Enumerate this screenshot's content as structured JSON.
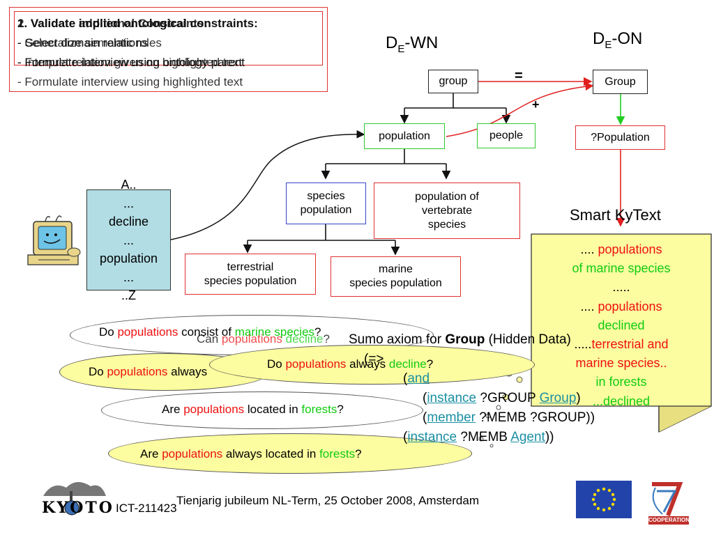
{
  "top_box": {
    "lines_a": [
      "1. Validate implied ontological constraints:",
      "- Select domain relations",
      "- Formulate interview using ontology parent"
    ],
    "lines_b": [
      "2. Validate additional Constraints:",
      "- Generalize semantic roles",
      "- Interpret relation given on highlighted text",
      "- Formulate interview using highlighted text"
    ]
  },
  "headings": {
    "wn_base": "D",
    "wn_sub": "E",
    "wn_suffix": "-WN",
    "on_base": "D",
    "on_sub": "E",
    "on_suffix": "-ON"
  },
  "nodes": {
    "group": "group",
    "Group": "Group",
    "population": "population",
    "people": "people",
    "qpopulation": "?Population",
    "species_population": [
      "species",
      "population"
    ],
    "pop_vertebrate": [
      "population of",
      "vertebrate",
      "species"
    ],
    "terrestrial": [
      "terrestrial",
      "species population"
    ],
    "marine": [
      "marine",
      "species population"
    ]
  },
  "symbols": {
    "equals": "=",
    "plus": "+"
  },
  "document": {
    "lines": [
      "A..",
      "...",
      "decline",
      "...",
      "population",
      "...",
      "..Z"
    ]
  },
  "smart_kytext": {
    "title": "Smart KyText",
    "l1_pre": ".... ",
    "l1_red": "populations",
    "l2_grn": "of marine species",
    "l3": ".....",
    "l4_pre": ".... ",
    "l4_red": "populations",
    "l5_grn": "declined",
    "l6_pre": ".....",
    "l6_red": "terrestrial and",
    "l7_red": "marine species..",
    "l8_grn": "in forests",
    "l9_grn": "...declined"
  },
  "questions": {
    "q1_pre": "Do ",
    "q1_red": "populations",
    "q1_mid": " consist of ",
    "q1_grn": "marine species",
    "q1_post": "?",
    "q2_pre": "Can ",
    "q2_red": "populations",
    "q2_mid": " ",
    "q2_grn": "decline",
    "q2_post": "?",
    "q3_pre": "Do ",
    "q3_red": "populations",
    "q3_mid": " always",
    "q3_post": "",
    "q4_pre": "Do ",
    "q4_red": "populations",
    "q4_mid": " always ",
    "q4_grn": "decline",
    "q4_post": "?",
    "q5_pre": "Are ",
    "q5_red": "populations",
    "q5_mid": " located in ",
    "q5_grn": "forests",
    "q5_post": "?",
    "q6_pre": "Are ",
    "q6_red": "populations",
    "q6_mid": " always located in ",
    "q6_grn": "forests",
    "q6_post": "?"
  },
  "sumo": {
    "title_pre": "Sumo axiom for ",
    "title_bold": "Group",
    "title_post": " (Hidden Data)",
    "l1": "(=>",
    "l2_pre": "(",
    "l2_lnk": "and",
    "l3_pre": "(",
    "l3_lnk": "instance",
    "l3_mid": " ?GROUP ",
    "l3_lnk2": "Group",
    "l3_post": ")",
    "l4_pre": "(",
    "l4_lnk": "member",
    "l4_mid": " ?MEMB ?GROUP))",
    "l5_pre": "(",
    "l5_lnk": "instance",
    "l5_mid": " ?MEMB ",
    "l5_lnk2": "Agent",
    "l5_post": "))"
  },
  "footer": {
    "logo_text": "KYOTO",
    "project": "ICT-211423",
    "event": "Tienjarig jubileum NL-Term, 25 October 2008, Amsterdam",
    "fp7_label": "COOPERATION"
  },
  "colors": {
    "red": "#ee1111",
    "green": "#11cc11",
    "link": "#1a8fa3",
    "doc_bg": "#b2dde4",
    "note_bg": "#fcfca0"
  }
}
